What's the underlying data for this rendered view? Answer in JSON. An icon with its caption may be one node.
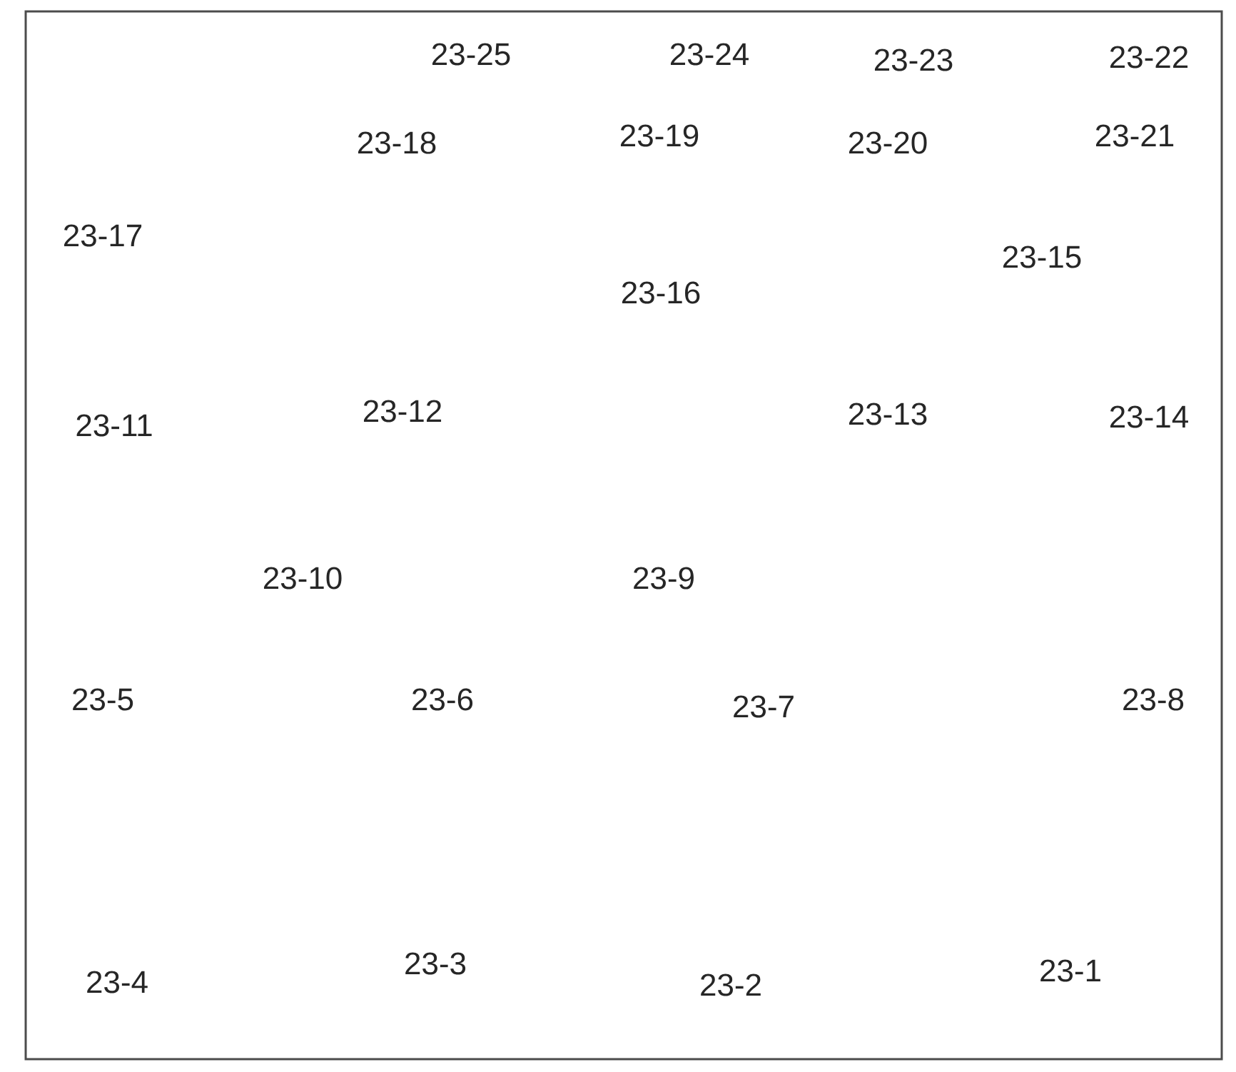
{
  "diagram": {
    "labels": [
      "23-25",
      "23-24",
      "23-23",
      "23-22",
      "23-18",
      "23-19",
      "23-20",
      "23-21",
      "23-17",
      "23-16",
      "23-15",
      "23-11",
      "23-12",
      "23-13",
      "23-14",
      "23-10",
      "23-9",
      "23-5",
      "23-6",
      "23-7",
      "23-8",
      "23-4",
      "23-3",
      "23-2",
      "23-1"
    ]
  }
}
